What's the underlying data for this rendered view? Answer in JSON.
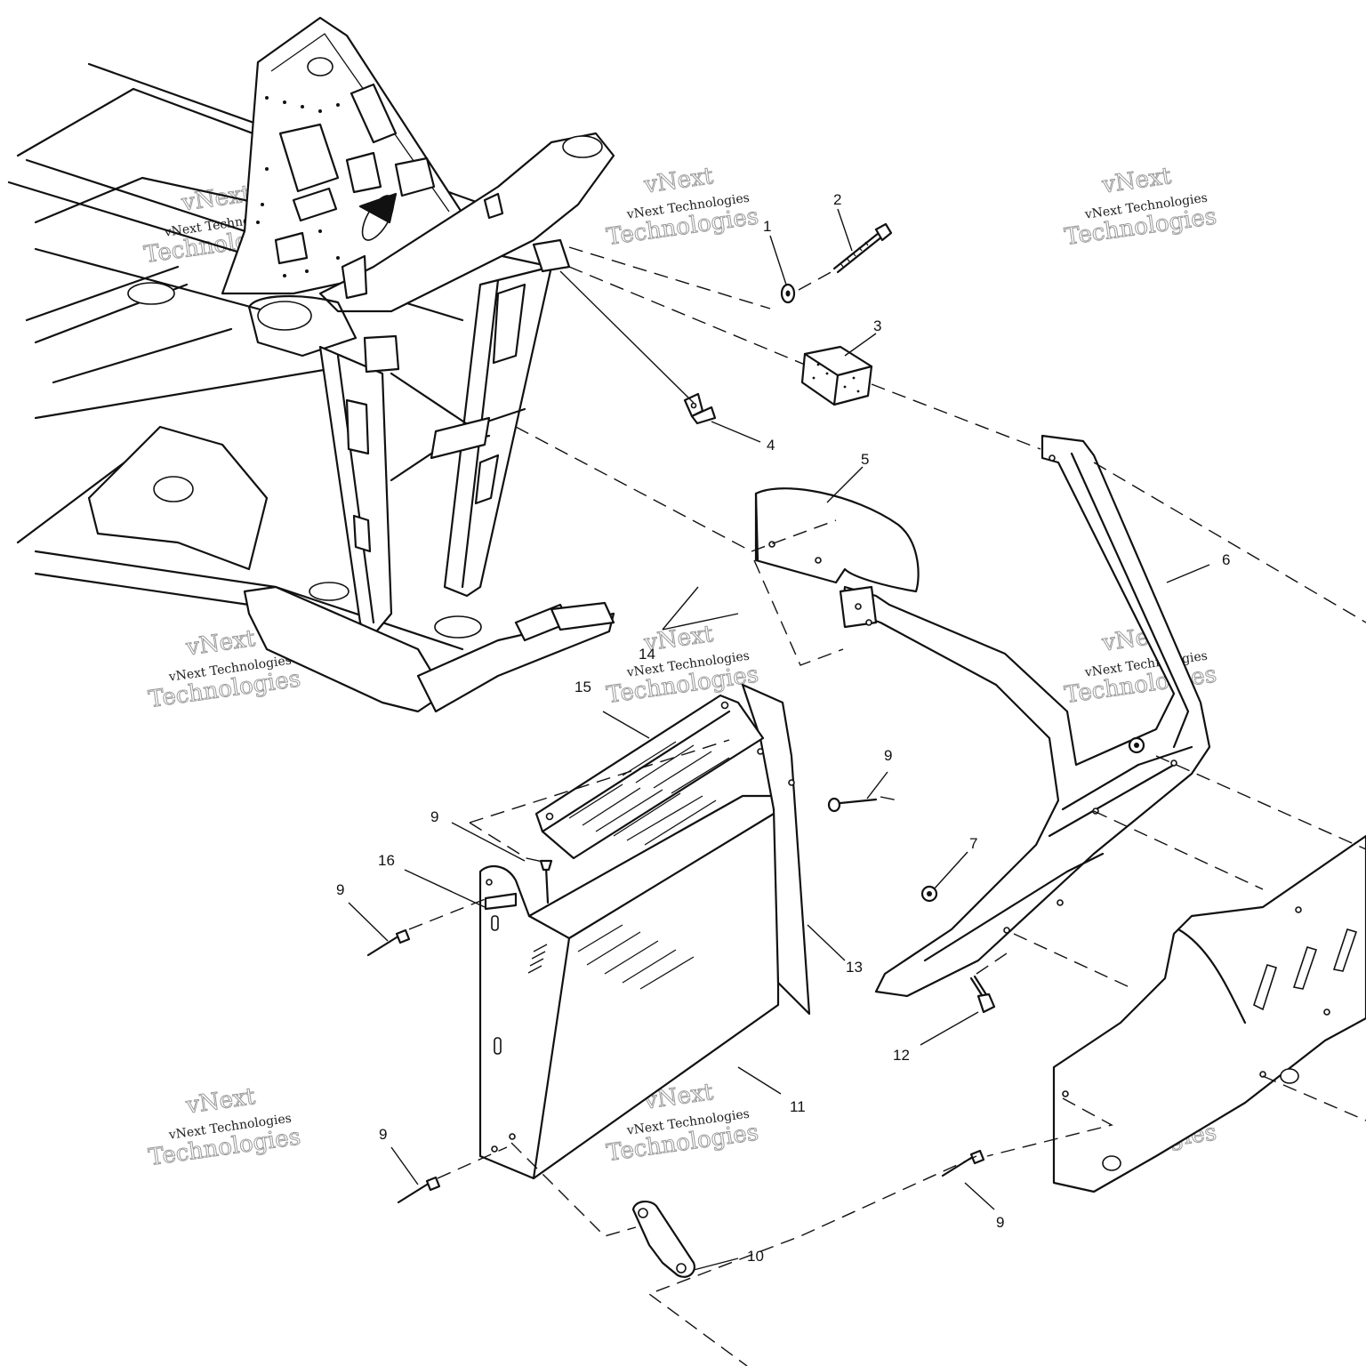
{
  "diagram": {
    "callouts": [
      {
        "id": "c1",
        "label": "1"
      },
      {
        "id": "c2",
        "label": "2"
      },
      {
        "id": "c3",
        "label": "3"
      },
      {
        "id": "c4",
        "label": "4"
      },
      {
        "id": "c5",
        "label": "5"
      },
      {
        "id": "c6",
        "label": "6"
      },
      {
        "id": "c7",
        "label": "7"
      },
      {
        "id": "c9a",
        "label": "9"
      },
      {
        "id": "c9b",
        "label": "9"
      },
      {
        "id": "c9c",
        "label": "9"
      },
      {
        "id": "c9d",
        "label": "9"
      },
      {
        "id": "c9e",
        "label": "9"
      },
      {
        "id": "c10",
        "label": "10"
      },
      {
        "id": "c11",
        "label": "11"
      },
      {
        "id": "c12",
        "label": "12"
      },
      {
        "id": "c13",
        "label": "13"
      },
      {
        "id": "c14",
        "label": "14"
      },
      {
        "id": "c15",
        "label": "15"
      },
      {
        "id": "c16",
        "label": "16"
      }
    ],
    "watermark": {
      "line1": "vNext",
      "line2": "vNext Technologies",
      "line3": "Technologies"
    }
  }
}
